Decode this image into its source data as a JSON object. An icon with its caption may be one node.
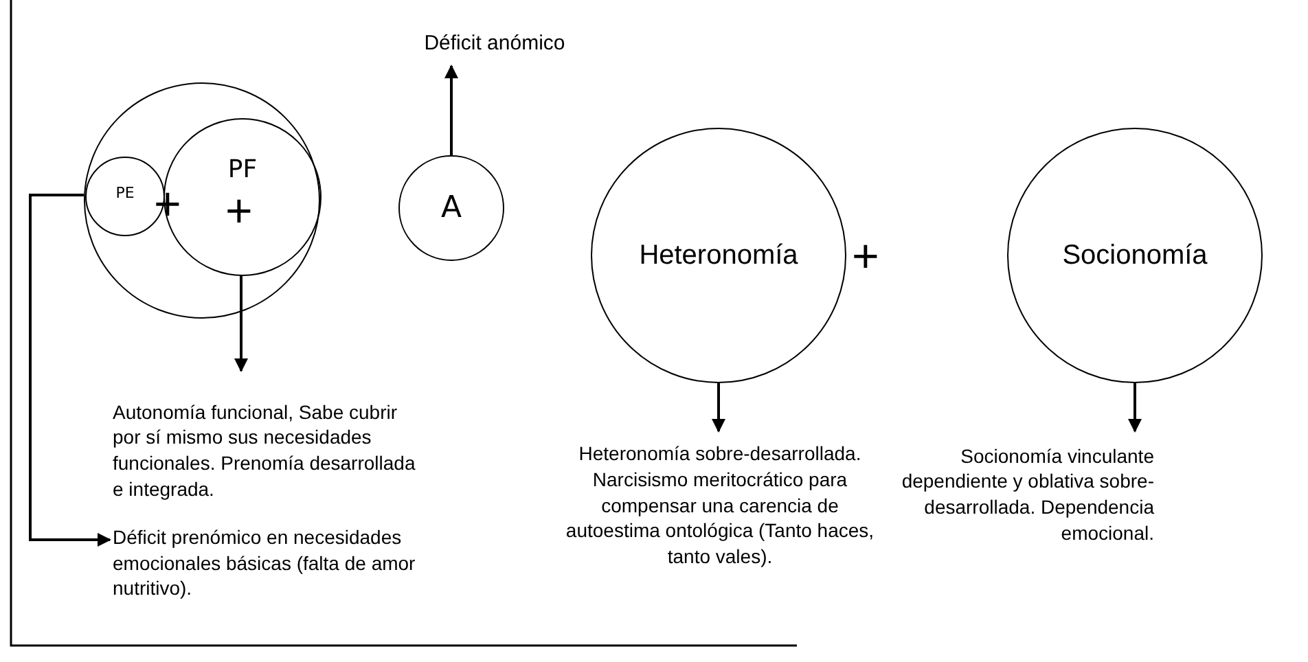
{
  "diagram": {
    "nodes": [
      {
        "text": [],
        "shape": "circle"
      },
      {
        "text": [
          "PE"
        ],
        "in": 0
      },
      {
        "text": [
          "PF"
        ],
        "in": 0
      },
      {
        "text": [
          "A"
        ]
      },
      {
        "text": [
          "Déficit anómico"
        ]
      },
      {
        "text": [
          "Heteronomía"
        ]
      },
      {
        "text": [
          "Socionomía"
        ]
      },
      {
        "text": [
          "Autonomía funcional, Sabe cubrir por sí mismo sus necesidades funcionales. Prenomía desarrollada e integrada."
        ]
      },
      {
        "text": [
          "Déficit prenómico en necesidades emocionales básicas (falta de amor nutritivo)."
        ]
      },
      {
        "text": [
          "Heteronomía sobre-desarrollada. Narcisismo meritocrático para compensar una carencia de autoestima ontológica (Tanto haces, tanto vales)."
        ]
      },
      {
        "text": [
          "Socionomía vinculante dependiente y oblativa sobre-desarrollada. Dependencia emocional."
        ]
      }
    ],
    "edges": [
      {
        "from": 2,
        "to": 7,
        "arrow": "to"
      },
      {
        "from": 1,
        "to": 8,
        "arrow": "to"
      },
      {
        "from": 3,
        "to": 4,
        "arrow": "to"
      },
      {
        "from": 5,
        "to": 9,
        "arrow": "to"
      },
      {
        "from": 6,
        "to": 10,
        "arrow": "to"
      }
    ],
    "labels": [
      "+",
      "+",
      "+"
    ]
  }
}
